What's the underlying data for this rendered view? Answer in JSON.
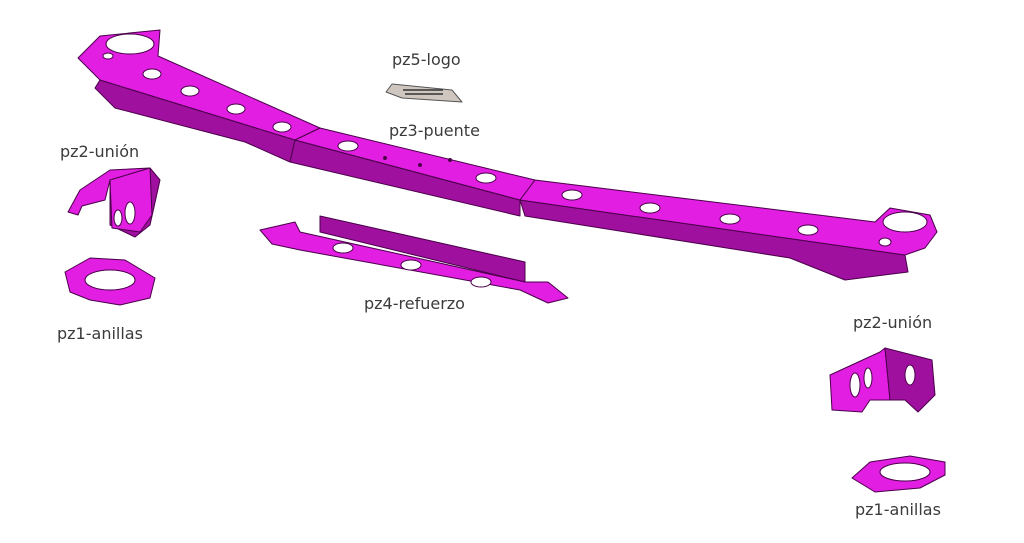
{
  "colors": {
    "part": "#e11ee1",
    "part_side": "#a0109f",
    "part_edge": "#4a004a",
    "logo": "#cfc6bf",
    "label": "#3b3b3b"
  },
  "labels": {
    "logo": "pz5-logo",
    "bridge": "pz3-puente",
    "union_left": "pz2-unión",
    "rings_left": "pz1-anillas",
    "reinforcement": "pz4-refuerzo",
    "union_right": "pz2-unión",
    "rings_right": "pz1-anillas"
  }
}
